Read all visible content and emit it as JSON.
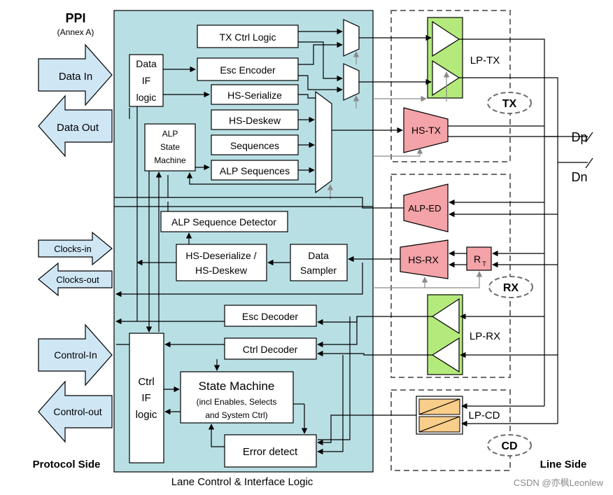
{
  "header": {
    "title": "PPI",
    "subtitle": "(Annex A)"
  },
  "left": {
    "data_in": "Data In",
    "data_out": "Data Out",
    "clocks_in": "Clocks-in",
    "clocks_out": "Clocks-out",
    "control_in": "Control-In",
    "control_out": "Control-out",
    "side_label": "Protocol Side"
  },
  "core": {
    "title": "Lane Control & Interface Logic",
    "data_if": [
      "Data",
      "IF",
      "logic"
    ],
    "tx_ctrl": "TX Ctrl Logic",
    "esc_encoder": "Esc Encoder",
    "hs_serialize": "HS-Serialize",
    "hs_deskew": "HS-Deskew",
    "sequences": "Sequences",
    "alp_sequences": "ALP Sequences",
    "alp_state_machine": [
      "ALP",
      "State",
      "Machine"
    ],
    "alp_seq_detector": "ALP Sequence Detector",
    "hs_deserialize": [
      "HS-Deserialize /",
      "HS-Deskew"
    ],
    "data_sampler": [
      "Data",
      "Sampler"
    ],
    "esc_decoder": "Esc Decoder",
    "ctrl_decoder": "Ctrl Decoder",
    "ctrl_if": [
      "Ctrl",
      "IF",
      "logic"
    ],
    "state_machine": "State Machine",
    "state_machine_sub": [
      "(incl Enables, Selects",
      "and System Ctrl)"
    ],
    "error_detect": "Error detect"
  },
  "right": {
    "lp_tx": "LP-TX",
    "hs_tx": "HS-TX",
    "tx_badge": "TX",
    "alp_ed": "ALP-ED",
    "hs_rx": "HS-RX",
    "rt_main": "R",
    "rt_sub": "T",
    "rx_badge": "RX",
    "lp_rx": "LP-RX",
    "lp_cd": "LP-CD",
    "cd_badge": "CD",
    "dp": "Dp",
    "dn": "Dn",
    "side_label": "Line Side"
  },
  "watermark": "CSDN @亦枫Leonlew",
  "colors": {
    "core_bg": "#b8dfe4",
    "arrow_fill": "#cfe6f5",
    "lp_green": "#b4ea7c",
    "hs_pink": "#f4a3a8",
    "lp_cd_orange": "#f9cd8a"
  }
}
